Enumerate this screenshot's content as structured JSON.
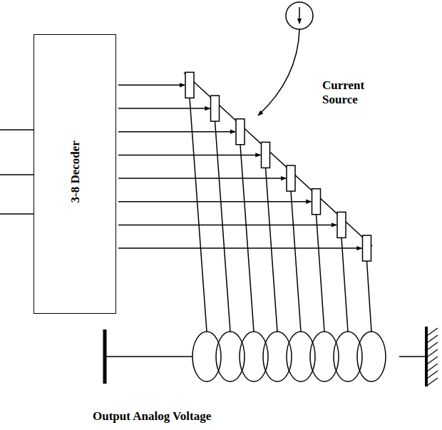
{
  "diagram": {
    "nodes": [
      {
        "text": [
          "3-8 Decoder"
        ]
      }
    ],
    "edges": [],
    "labels": [
      "Current Source",
      "Output Analog Voltage"
    ]
  }
}
